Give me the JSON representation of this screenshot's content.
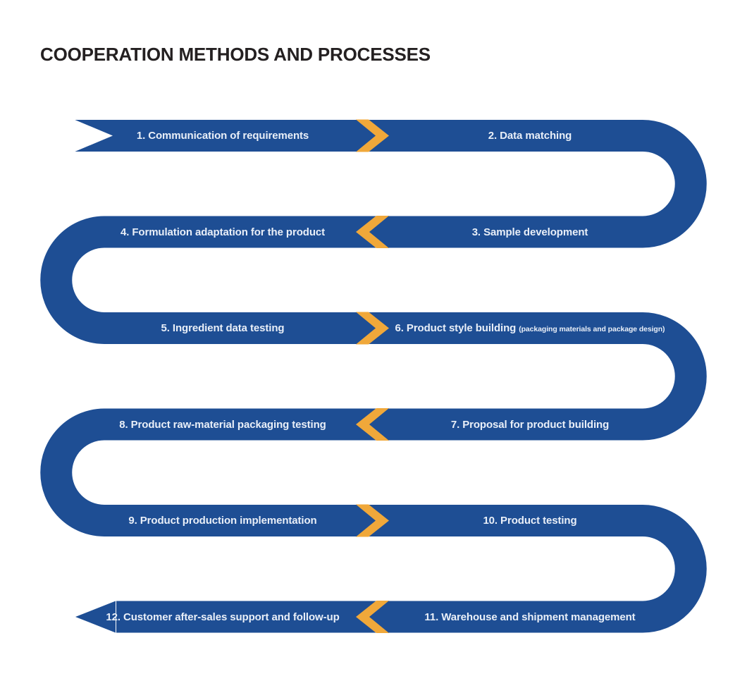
{
  "title": "COOPERATION METHODS AND PROCESSES",
  "colors": {
    "band": "#1e4e94",
    "chevron": "#f0a83a",
    "title": "#242021",
    "label": "#e9eff8"
  },
  "flow": {
    "rows": [
      {
        "left": "1. Communication of requirements",
        "right": "2. Data matching",
        "arrow": "right"
      },
      {
        "left": "4. Formulation adaptation for the product",
        "right": "3. Sample development",
        "arrow": "left"
      },
      {
        "left": "5. Ingredient data testing",
        "right": "6. Product style building",
        "right_note": "(packaging materials and package design)",
        "arrow": "right"
      },
      {
        "left": "8. Product raw-material packaging testing",
        "right": "7. Proposal for product  building",
        "arrow": "left"
      },
      {
        "left": "9. Product production implementation",
        "right": "10. Product testing",
        "arrow": "right"
      },
      {
        "left": "12. Customer after-sales support and follow-up",
        "right": "11. Warehouse and shipment management",
        "arrow": "left"
      }
    ]
  }
}
